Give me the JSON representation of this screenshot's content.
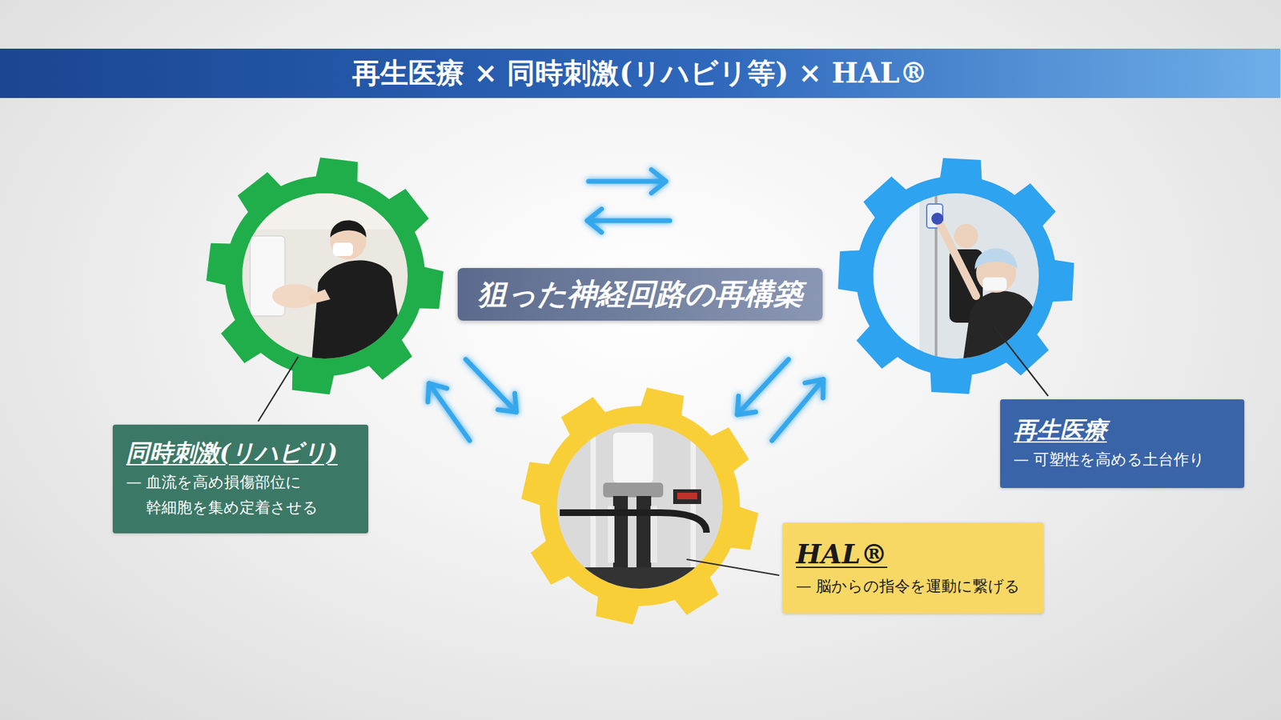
{
  "diagram": {
    "title": "再生医療 × 同時刺激(リハビリ等) × HAL®",
    "nodes": [
      {
        "text": [
          "狙った神経回路の再構築"
        ]
      },
      {
        "text": [
          "同時刺激(リハビリ)",
          "— 血流を高め損傷部位に 幹細胞を集め定着させる"
        ]
      },
      {
        "text": [
          "HAL®",
          "— 脳からの指令を運動に繋げる"
        ]
      },
      {
        "text": [
          "再生医療",
          "— 可塑性を高める土台作り"
        ]
      }
    ]
  }
}
